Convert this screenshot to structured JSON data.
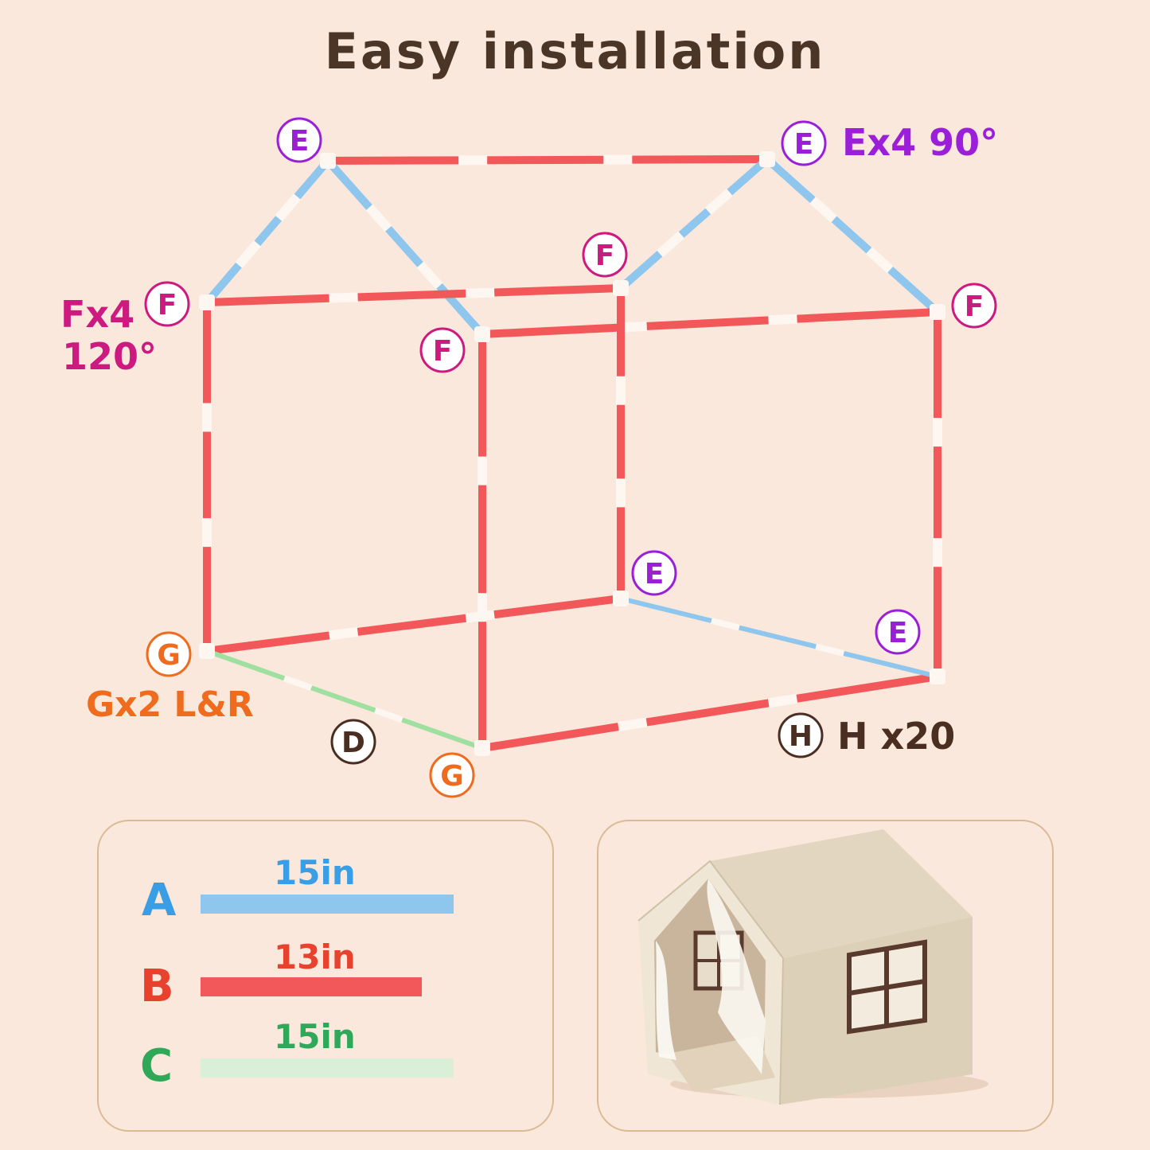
{
  "title": "Easy installation",
  "colors": {
    "background": "#f9e8db",
    "title": "#4a3527",
    "pole_red": "#f2585a",
    "pole_blue": "#8fc6ee",
    "pole_green": "#9fe0a0",
    "joint_white": "#fdf6f1",
    "connector_e": "#9b1fd8",
    "connector_f": "#cc1a80",
    "connector_g": "#ef6b1d",
    "connector_dh": "#4a2e22"
  },
  "connector_letters": {
    "e": "E",
    "f": "F",
    "g": "G",
    "d": "D",
    "h": "H"
  },
  "labels": {
    "e_count": "Ex4 90°",
    "f_count": "Fx4",
    "f_angle": "120°",
    "g_count": "Gx2 L&R",
    "h_count": "H x20"
  },
  "pole_lengths": [
    {
      "letter": "A",
      "length": "15in",
      "color": "#3a9ee6",
      "rod_color": "#8fc6ee"
    },
    {
      "letter": "B",
      "length": "13in",
      "color": "#e8412e",
      "rod_color": "#f2585a"
    },
    {
      "letter": "C",
      "length": "15in",
      "color": "#2fa85a",
      "rod_color": "#d9efd8"
    }
  ],
  "photo": {
    "icon": "tent-house-icon"
  }
}
